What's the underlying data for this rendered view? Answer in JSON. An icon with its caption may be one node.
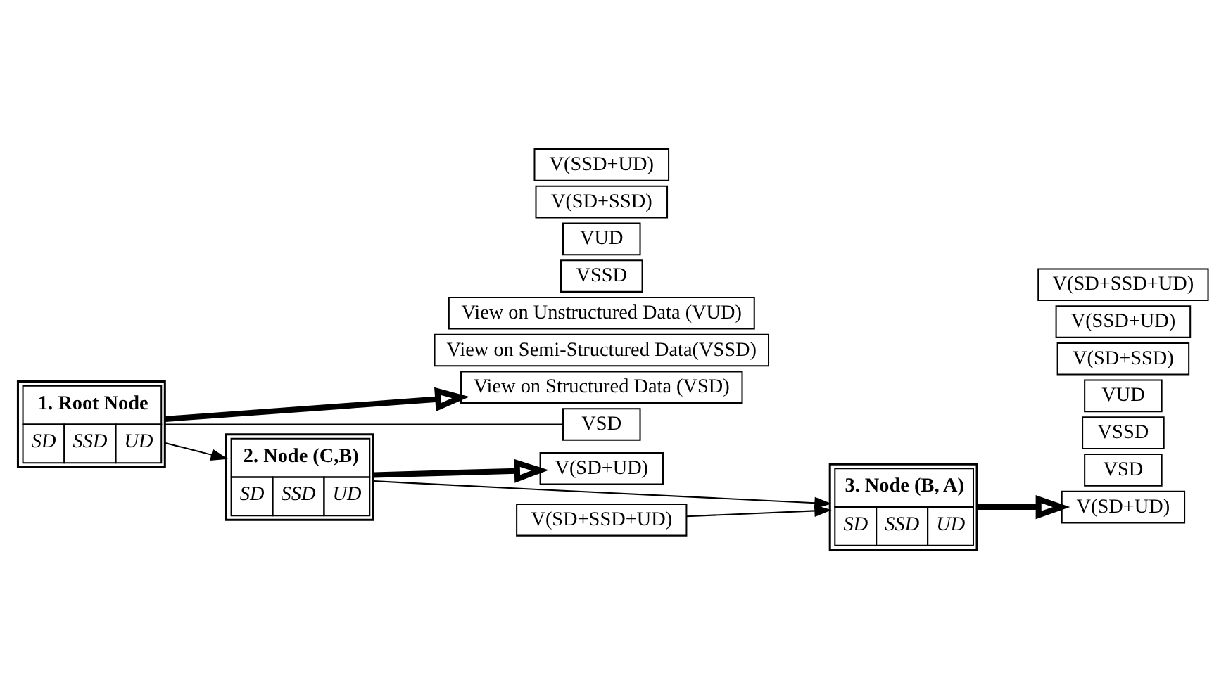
{
  "diagram": {
    "nodes": [
      {
        "text": [
          "1. Root Node",
          "SD",
          "SSD",
          "UD"
        ]
      },
      {
        "text": [
          "View on Structured Data (VSD)"
        ]
      },
      {
        "text": [
          "View on Semi-Structured Data(VSSD)"
        ]
      },
      {
        "text": [
          "View on Unstructured Data (VUD)"
        ]
      },
      {
        "text": [
          "VSD"
        ]
      },
      {
        "text": [
          "VSSD"
        ]
      },
      {
        "text": [
          "VUD"
        ]
      },
      {
        "text": [
          "V(SD+SSD)"
        ]
      },
      {
        "text": [
          "V(SD+UD)"
        ]
      },
      {
        "text": [
          "V(SSD+UD)"
        ]
      },
      {
        "text": [
          "V(SD+SSD+UD)"
        ]
      },
      {
        "text": [
          "2. Node (C,B)",
          "SD",
          "SSD",
          "UD"
        ]
      },
      {
        "text": [
          "3. Node (B, A)",
          "SD",
          "SSD",
          "UD"
        ]
      },
      {
        "text": [
          "VSD"
        ]
      },
      {
        "text": [
          "VSSD"
        ]
      },
      {
        "text": [
          "VUD"
        ]
      },
      {
        "text": [
          "V(SD+SSD)"
        ]
      },
      {
        "text": [
          "V(SD+UD)"
        ]
      },
      {
        "text": [
          "V(SSD+UD)"
        ]
      },
      {
        "text": [
          "V(SD+SSD+UD)"
        ]
      }
    ],
    "edges": [
      {
        "from": 0,
        "to": 1,
        "arrow": "to",
        "style": "thick"
      },
      {
        "from": 0,
        "to": 4,
        "arrow": "none"
      },
      {
        "from": 0,
        "to": 11,
        "arrow": "to"
      },
      {
        "from": 11,
        "to": 8,
        "arrow": "to",
        "style": "thick"
      },
      {
        "from": 10,
        "to": 12,
        "arrow": "to"
      },
      {
        "from": 11,
        "to": 12,
        "arrow": "to"
      },
      {
        "from": 12,
        "to": 17,
        "arrow": "to",
        "style": "thick"
      }
    ]
  }
}
